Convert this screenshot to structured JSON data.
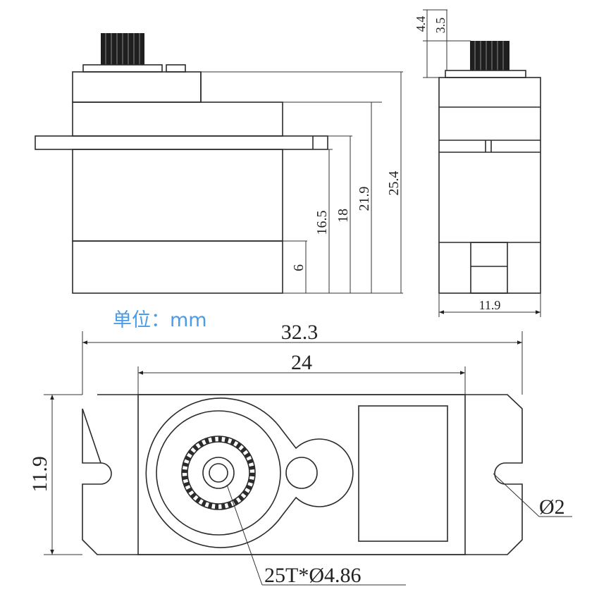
{
  "unit_label": "单位：mm",
  "dimensions": {
    "front_view": [
      "6",
      "16.5",
      "18",
      "21.9",
      "25.4"
    ],
    "side_view": [
      "4.4",
      "3.5",
      "11.9"
    ],
    "top_view": {
      "overall_length": "32.3",
      "body_length": "24",
      "width": "11.9",
      "mount_hole": "Ø2",
      "spline": "25T*Ø4.86"
    }
  },
  "colors": {
    "unit_text": "#4a9be8",
    "lines": "#2b2b2b"
  }
}
